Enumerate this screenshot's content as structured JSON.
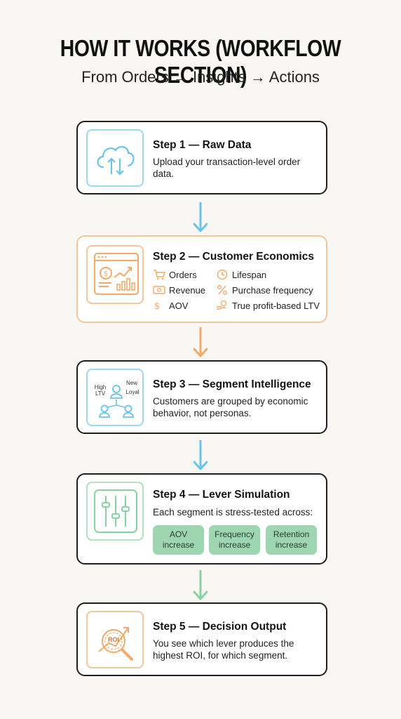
{
  "header": {
    "title": "HOW IT WORKS (WORKFLOW SECTION)",
    "subtitle": "From Orders → Insights → Actions"
  },
  "colors": {
    "blue": "#6ac4ea",
    "orange": "#f2a96a",
    "green": "#86d2a2",
    "chip_green": "#9ed6b2"
  },
  "steps": [
    {
      "title": "Step 1 — Raw Data",
      "description": "Upload your transaction-level order data.",
      "icon": "cloud-upload-icon"
    },
    {
      "title": "Step 2 — Customer Economics",
      "icon": "finance-dashboard-icon",
      "metrics": [
        {
          "label": "Orders",
          "icon": "cart-icon"
        },
        {
          "label": "Lifespan",
          "icon": "clock-icon"
        },
        {
          "label": "Revenue",
          "icon": "banknote-icon"
        },
        {
          "label": "Purchase frequency",
          "icon": "percent-icon"
        },
        {
          "label": "AOV",
          "icon": "dollar-icon"
        },
        {
          "label": "True profit-based LTV",
          "icon": "hand-coin-icon"
        }
      ]
    },
    {
      "title": "Step 3 — Segment Intelligence",
      "description": "Customers are grouped by economic behavior, not personas.",
      "icon": "segment-network-icon",
      "icon_labels": {
        "high_ltv": "High\nLTV",
        "new": "New",
        "loyal": "Loyal"
      }
    },
    {
      "title": "Step 4 — Lever Simulation",
      "description": "Each segment is stress-tested across:",
      "icon": "sliders-icon",
      "levers": [
        "AOV increase",
        "Frequency increase",
        "Retention increase"
      ]
    },
    {
      "title": "Step 5 — Decision Output",
      "description": "You see which lever produces the highest ROI, for which segment.",
      "icon": "roi-magnifier-icon",
      "icon_label": "ROI"
    }
  ]
}
